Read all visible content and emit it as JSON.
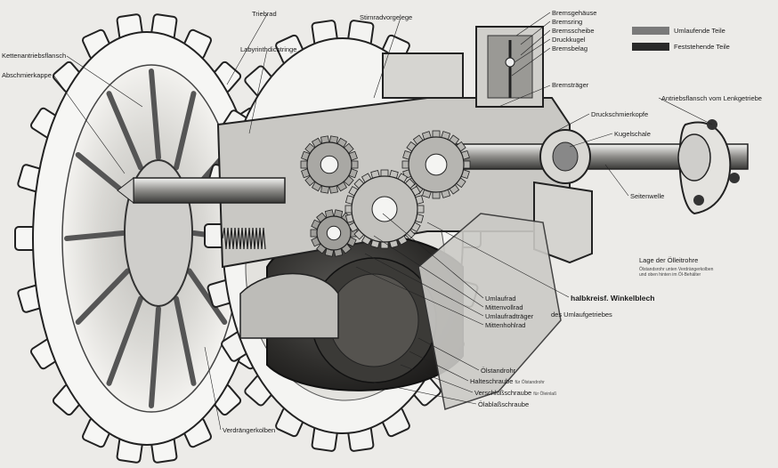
{
  "legend": {
    "rotating_label": "Umlaufende Teile",
    "rotating_color": "#7a7a7a",
    "fixed_label": "Feststehende Teile",
    "fixed_color": "#2a2a2a",
    "note": "Lage der Ölleitrohre",
    "note_detail_1": "Ölstandsrohr unten Verdrängerkolben",
    "note_detail_2": "und oben hinten im Öl-Behälter"
  },
  "labels": {
    "triebrad": "Triebrad",
    "stirnradvorgelege": "Stirnradvorgelege",
    "labyrinthdichtringe": "Labyrinthdichtringe",
    "kettenantriebsflansch": "Kettenantriebsflansch",
    "abschmierkappe": "Abschmierkappe",
    "bremsgehaeuse": "Bremsgehäuse",
    "bremsring": "Bremsring",
    "bremsscheibe": "Bremsscheibe",
    "druckkugel": "Druckkugel",
    "bremsbelag": "Bremsbelag",
    "bremstraeger": "Bremsträger",
    "antriebsflansch": "Antriebsflansch vom Lenkgetriebe",
    "druckschmierkopf": "Druckschmierkopfe",
    "kugelschale": "Kugelschale",
    "seitenwelle": "Seitenwelle",
    "umlaufrad": "Umlaufrad",
    "mittenvollrad": "Mittenvollrad",
    "umlaufradtraeger": "Umlaufradträger",
    "mittenhohlrad": "Mittenhohlrad",
    "winkelblech": "halbkreisf. Winkelblech",
    "umlaufgetriebe": "des Umlaufgetriebes",
    "oelstandrohr": "Ölstandrohr",
    "halteschraube": "Halteschraube",
    "halteschraube_sub": "für Ölstandrohr",
    "verschlussschraube": "Verschlußschraube",
    "verschlussschraube_sub": "für Öleinlaß",
    "oelablassschraube": "Ölablaßschraube",
    "verdraengerkolben": "Verdrängerkolben"
  }
}
